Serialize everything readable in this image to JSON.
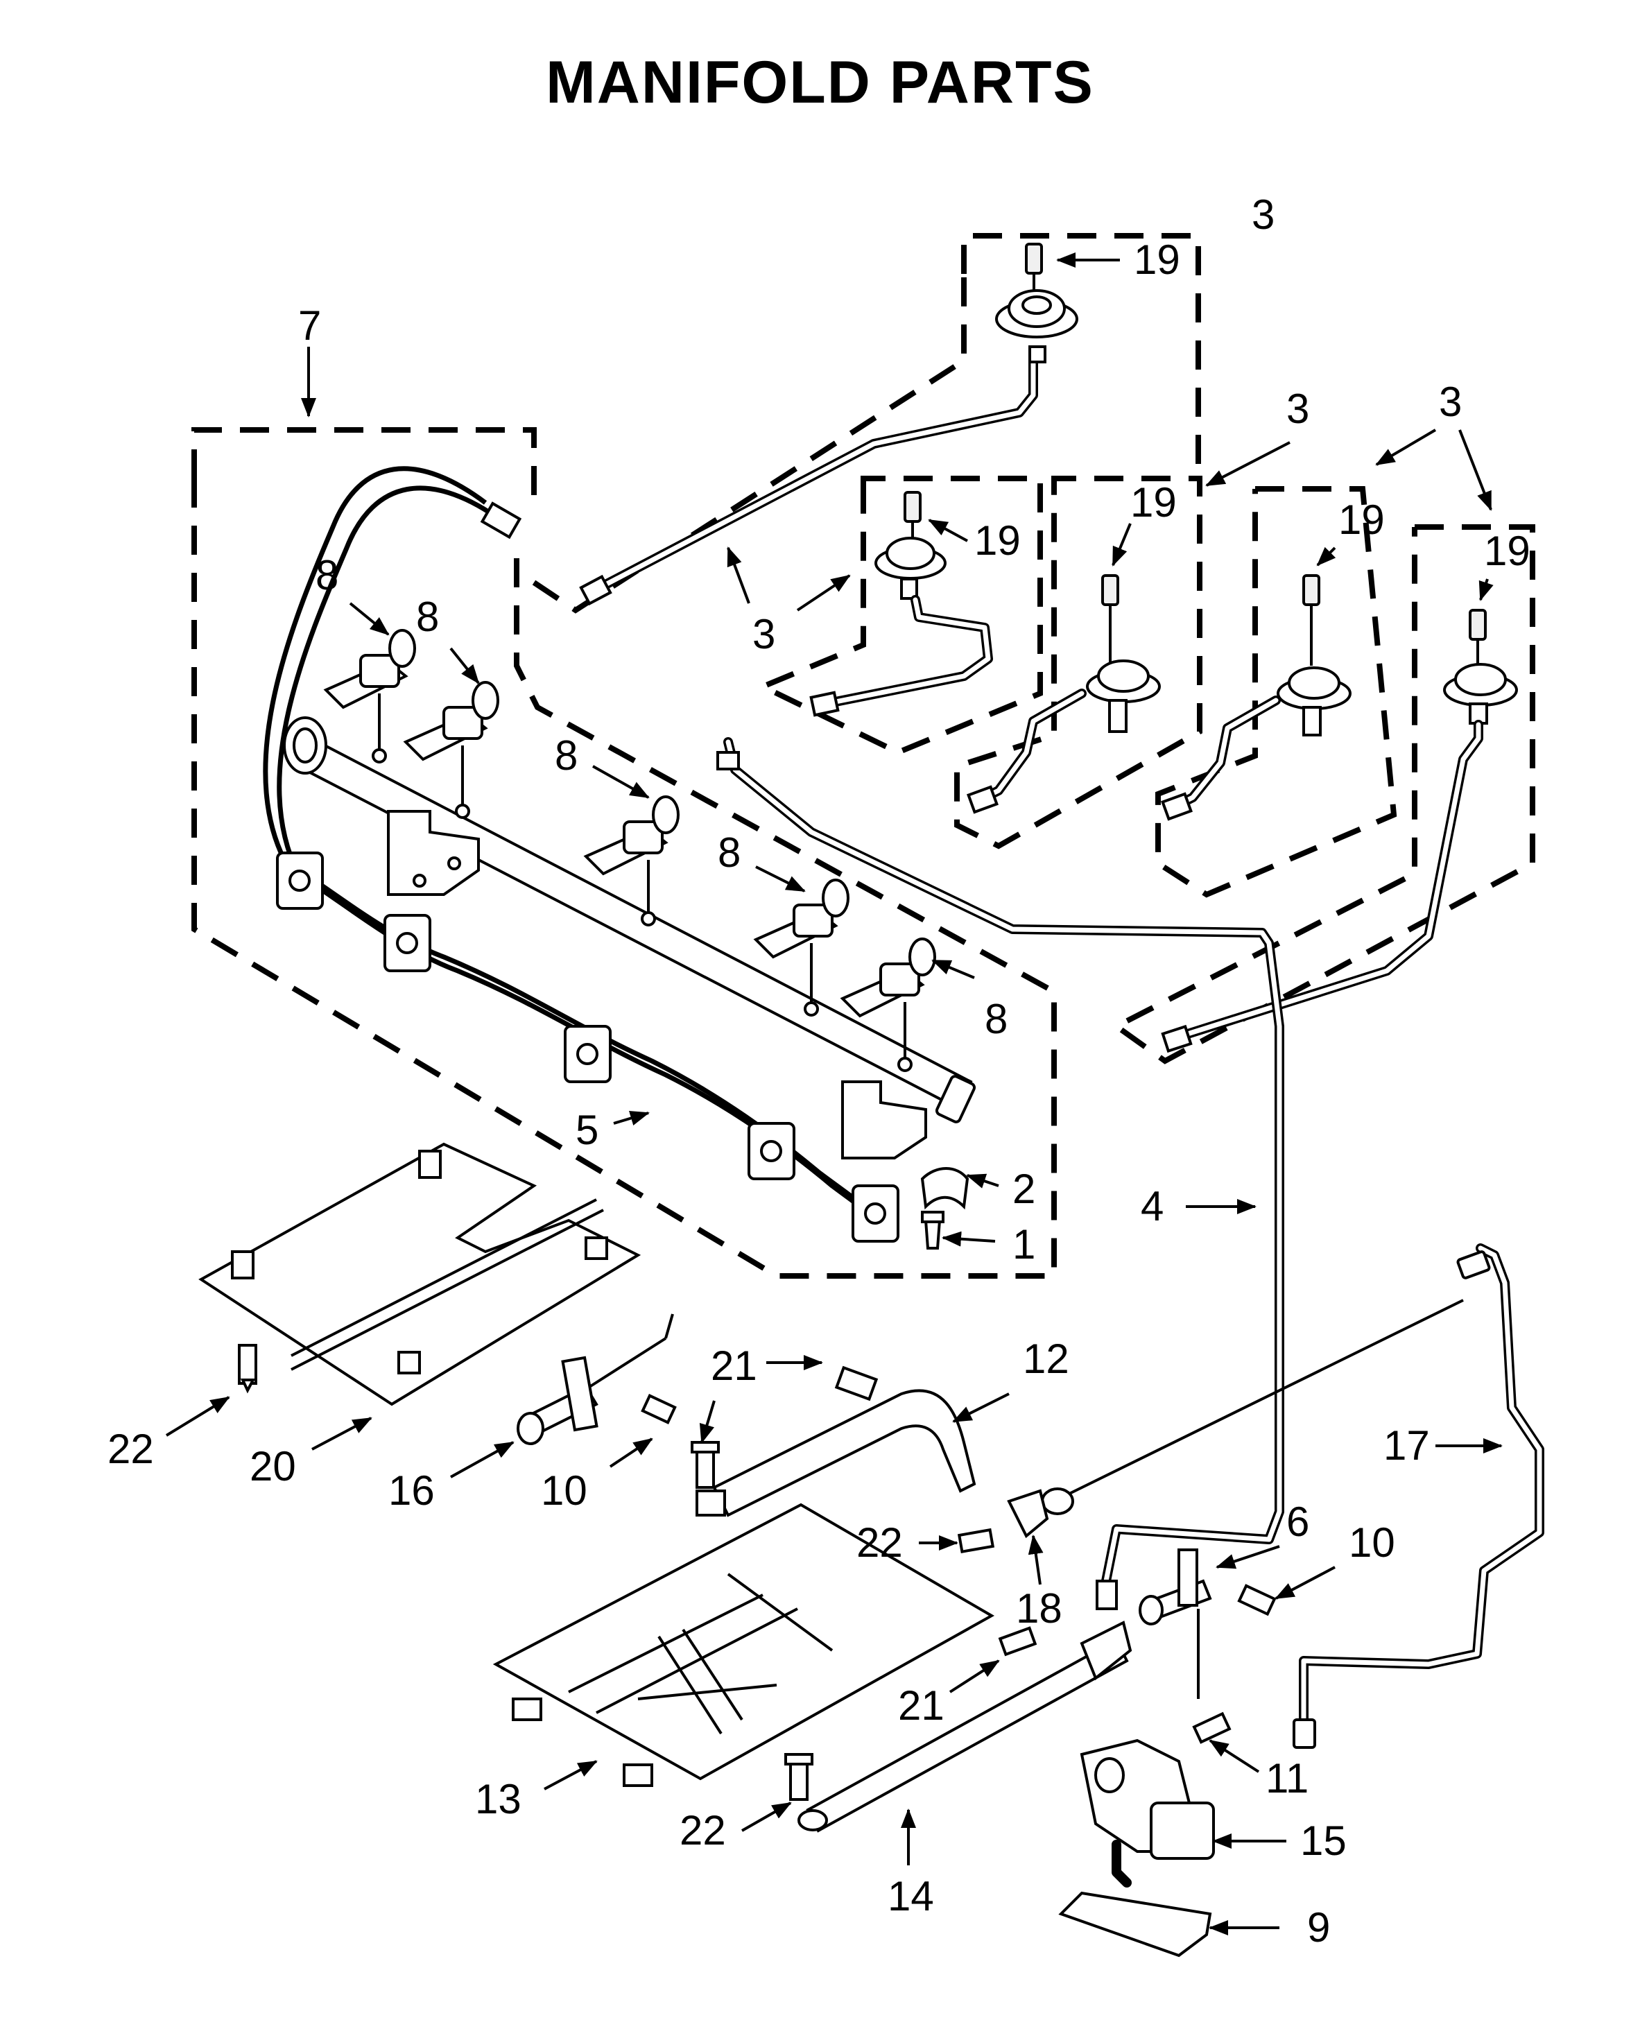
{
  "title": "MANIFOLD PARTS",
  "callouts": [
    {
      "id": "c-7",
      "text": "7"
    },
    {
      "id": "c-19a",
      "text": "19"
    },
    {
      "id": "c-3a",
      "text": "3"
    },
    {
      "id": "c-3b",
      "text": "3"
    },
    {
      "id": "c-3c",
      "text": "3"
    },
    {
      "id": "c-19b",
      "text": "19"
    },
    {
      "id": "c-19c",
      "text": "19"
    },
    {
      "id": "c-19d",
      "text": "19"
    },
    {
      "id": "c-19e",
      "text": "19"
    },
    {
      "id": "c-3d",
      "text": "3"
    },
    {
      "id": "c-8a",
      "text": "8"
    },
    {
      "id": "c-8b",
      "text": "8"
    },
    {
      "id": "c-8c",
      "text": "8"
    },
    {
      "id": "c-8d",
      "text": "8"
    },
    {
      "id": "c-8e",
      "text": "8"
    },
    {
      "id": "c-5",
      "text": "5"
    },
    {
      "id": "c-2",
      "text": "2"
    },
    {
      "id": "c-1",
      "text": "1"
    },
    {
      "id": "c-4",
      "text": "4"
    },
    {
      "id": "c-12",
      "text": "12"
    },
    {
      "id": "c-21a",
      "text": "21"
    },
    {
      "id": "c-22a",
      "text": "22"
    },
    {
      "id": "c-20",
      "text": "20"
    },
    {
      "id": "c-16",
      "text": "16"
    },
    {
      "id": "c-10a",
      "text": "10"
    },
    {
      "id": "c-17",
      "text": "17"
    },
    {
      "id": "c-6",
      "text": "6"
    },
    {
      "id": "c-10b",
      "text": "10"
    },
    {
      "id": "c-22b",
      "text": "22"
    },
    {
      "id": "c-18",
      "text": "18"
    },
    {
      "id": "c-21b",
      "text": "21"
    },
    {
      "id": "c-11",
      "text": "11"
    },
    {
      "id": "c-13",
      "text": "13"
    },
    {
      "id": "c-22c",
      "text": "22"
    },
    {
      "id": "c-14",
      "text": "14"
    },
    {
      "id": "c-15",
      "text": "15"
    },
    {
      "id": "c-9",
      "text": "9"
    }
  ]
}
